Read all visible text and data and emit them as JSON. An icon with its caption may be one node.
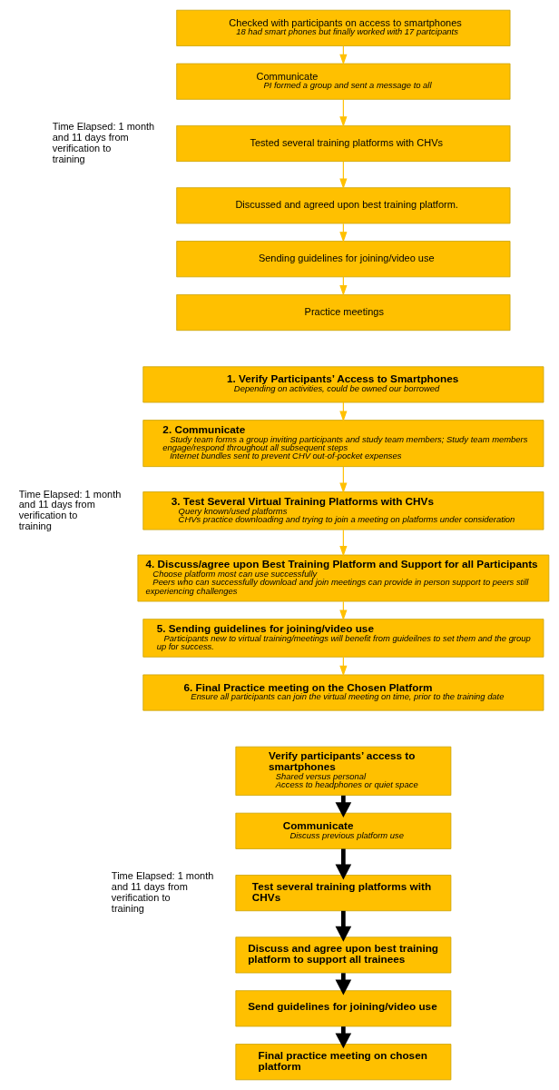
{
  "diagram": {
    "nodes": [
      {
        "text": [
          "Checked with participants on access to smartphones",
          "18 had smart phones but finally worked with 17 partcipants"
        ]
      },
      {
        "text": [
          "Communicate",
          "PI formed a group and sent a message to all"
        ]
      },
      {
        "text": [
          "Tested several training platforms with CHVs"
        ]
      },
      {
        "text": [
          "Discussed and agreed upon best training platform."
        ]
      },
      {
        "text": [
          "Sending guidelines for joining/video use"
        ]
      },
      {
        "text": [
          "Practice meetings"
        ]
      },
      {
        "text": [
          "1. Verify Participants’ Access to Smartphones",
          "Depending on activities, could be owned our borrowed"
        ]
      },
      {
        "text": [
          "2. Communicate",
          "Study team forms a group inviting participants and study team members; Study team members engage/respond throughout all subsequent steps",
          "Internet bundles sent to prevent CHV out-of-pocket expenses"
        ]
      },
      {
        "text": [
          "3. Test Several Virtual Training Platforms with CHVs",
          "Query known/used platforms",
          "CHVs practice downloading and trying to join a meeting on platforms under consideration"
        ]
      },
      {
        "text": [
          "4. Discuss/agree upon Best Training Platform and Support for all Participants",
          "Choose platform most can use successfully",
          "Peers who can successfully download and join meetings can provide in person support to peers still experiencing challenges"
        ]
      },
      {
        "text": [
          "5. Sending guidelines for joining/video use",
          "Participants new to virtual training/meetings will benefit from guideilnes to set them and the group up for success."
        ]
      },
      {
        "text": [
          "6. Final Practice meeting on the Chosen Platform",
          "Ensure all participants can join the virtual meeting on time, prior to the training date"
        ]
      },
      {
        "text": [
          "Verify participants’ access to smartphones",
          "Shared versus personal",
          "Access to headphones or quiet space"
        ]
      },
      {
        "text": [
          "Communicate",
          "Discuss previous platform use"
        ]
      },
      {
        "text": [
          "Test several training platforms with CHVs"
        ]
      },
      {
        "text": [
          "Discuss and agree upon best training platform to support all trainees"
        ]
      },
      {
        "text": [
          "Send guidelines for joining/video use"
        ]
      },
      {
        "text": [
          "Final practice meeting on chosen platform"
        ]
      }
    ],
    "edges": [
      {
        "from": 0,
        "to": 1,
        "arrow": "to"
      },
      {
        "from": 1,
        "to": 2,
        "arrow": "to"
      },
      {
        "from": 2,
        "to": 3,
        "arrow": "to"
      },
      {
        "from": 3,
        "to": 4,
        "arrow": "to"
      },
      {
        "from": 4,
        "to": 5,
        "arrow": "to"
      },
      {
        "from": 6,
        "to": 7,
        "arrow": "to"
      },
      {
        "from": 7,
        "to": 8,
        "arrow": "to"
      },
      {
        "from": 8,
        "to": 9,
        "arrow": "to"
      },
      {
        "from": 9,
        "to": 10,
        "arrow": "to"
      },
      {
        "from": 10,
        "to": 11,
        "arrow": "to"
      },
      {
        "from": 12,
        "to": 13,
        "arrow": "to",
        "style": "thick",
        "color": "#000000"
      },
      {
        "from": 13,
        "to": 14,
        "arrow": "to",
        "style": "thick",
        "color": "#000000"
      },
      {
        "from": 14,
        "to": 15,
        "arrow": "to",
        "style": "thick",
        "color": "#000000"
      },
      {
        "from": 15,
        "to": 16,
        "arrow": "to",
        "style": "thick",
        "color": "#000000"
      },
      {
        "from": 16,
        "to": 17,
        "arrow": "to",
        "style": "thick",
        "color": "#000000"
      }
    ],
    "labels": [
      "Time Elapsed: 1 month and 11 days from verification to training",
      "Time Elapsed: 1 month and 11 days from verification to training",
      "Time Elapsed: 1 month and 11 days from verification to training"
    ]
  }
}
